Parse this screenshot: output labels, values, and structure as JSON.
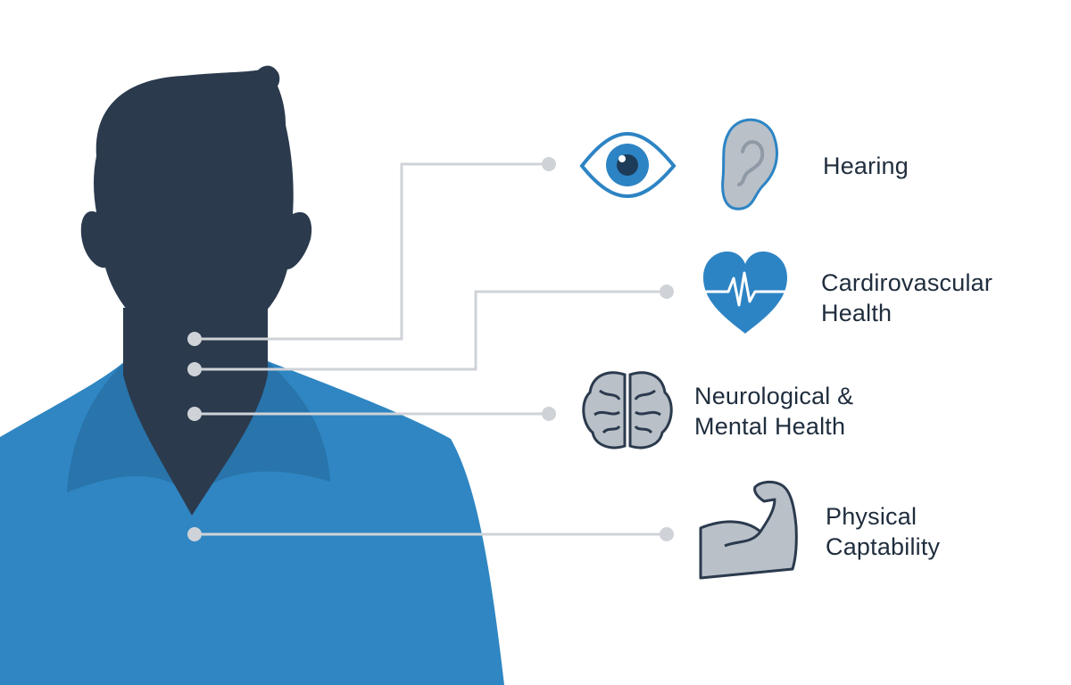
{
  "colors": {
    "silhouette": "#2b3a4d",
    "shirt": "#2f86c2",
    "shirt_shade": "#2874ab",
    "connector": "#cfd3d8",
    "dot": "#cfd3d8",
    "icon_blue": "#2d84c4",
    "icon_grey": "#b9c0c8",
    "text": "#1f2d3d"
  },
  "icons": [
    "eye-icon",
    "ear-icon",
    "heart-icon",
    "brain-icon",
    "flexed-arm-icon"
  ],
  "labels": {
    "hearing": "Hearing",
    "cardio_line1": "Cardirovascular",
    "cardio_line2": "Health",
    "neuro_line1": "Neurological &",
    "neuro_line2": "Mental Health",
    "physical_line1": "Physical",
    "physical_line2": "Captability"
  }
}
